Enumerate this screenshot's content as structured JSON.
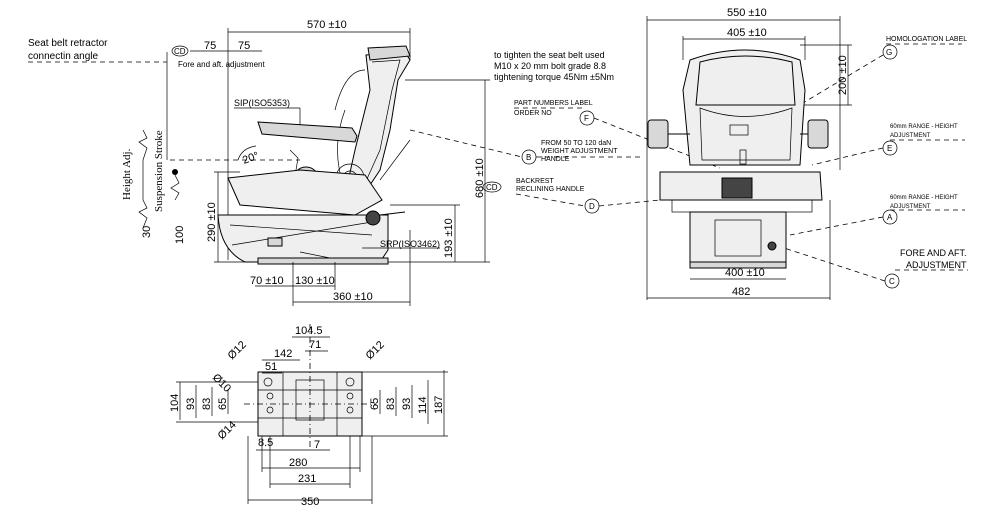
{
  "side_view": {
    "retractor_note": [
      "Seat belt retractor",
      "connectin angle"
    ],
    "fore_aft_dim": "75",
    "fore_aft_dim2": "75",
    "cd_label": "CD",
    "fore_aft_label": "Fore and aft. adjustment",
    "width_dim": "570 ±10",
    "sip_label": "SIP(ISO5353)",
    "angle_label": "20°",
    "height_adj_label": "Height Adj.",
    "height_adj_value": "30",
    "suspension_label": "Suspension Stroke",
    "suspension_value": "100",
    "dim_290": "290 ±10",
    "dim_680": "680 ±10",
    "dim_193": "193 ±10",
    "srp_label": "SRP(ISO3462)",
    "dim_70": "70 ±10",
    "dim_130": "130 ±10",
    "dim_360": "360 ±10",
    "bolt_note": [
      "to tighten the seat belt used",
      "M10 x 20 mm bolt grade 8.8",
      "tightening torque 45Nm ±5Nm"
    ],
    "cd2_label": "CD"
  },
  "front_view": {
    "dim_550": "550 ±10",
    "dim_405": "405 ±10",
    "dim_200": "200 ±10",
    "dim_400": "400 ±10",
    "dim_482": "482"
  },
  "callouts": {
    "f_text": [
      "PART NUMBERS LABEL",
      "ORDER NO"
    ],
    "f_letter": "F",
    "b_text": [
      "FROM 50 TO 120 daN",
      "WEIGHT ADJUSTMENT",
      "HANDLE"
    ],
    "b_letter": "B",
    "d_text": [
      "BACKREST",
      "RECLINING HANDLE"
    ],
    "d_letter": "D",
    "g_text": "HOMOLOGATION LABEL",
    "g_letter": "G",
    "e_text": [
      "60mm RANGE - HEIGHT",
      "ADJUSTMENT"
    ],
    "e_letter": "E",
    "a_text": [
      "60mm RANGE - HEIGHT",
      "ADJUSTMENT"
    ],
    "a_letter": "A",
    "c_text": [
      "FORE AND AFT.",
      "ADJUSTMENT"
    ],
    "c_letter": "C"
  },
  "base_plan": {
    "d_104_5": "104.5",
    "d_71": "71",
    "d_142": "142",
    "d_51": "51",
    "dia12_left": "Ø12",
    "dia12_right": "Ø12",
    "dia10": "Ø10",
    "dia14": "Ø14",
    "left_dims": [
      "104",
      "93",
      "83",
      "65"
    ],
    "right_dims": [
      "65",
      "83",
      "93",
      "114",
      "187"
    ],
    "d_8_5": "8.5",
    "d_7": "7",
    "d_280": "280",
    "d_231": "231",
    "d_350": "350"
  }
}
